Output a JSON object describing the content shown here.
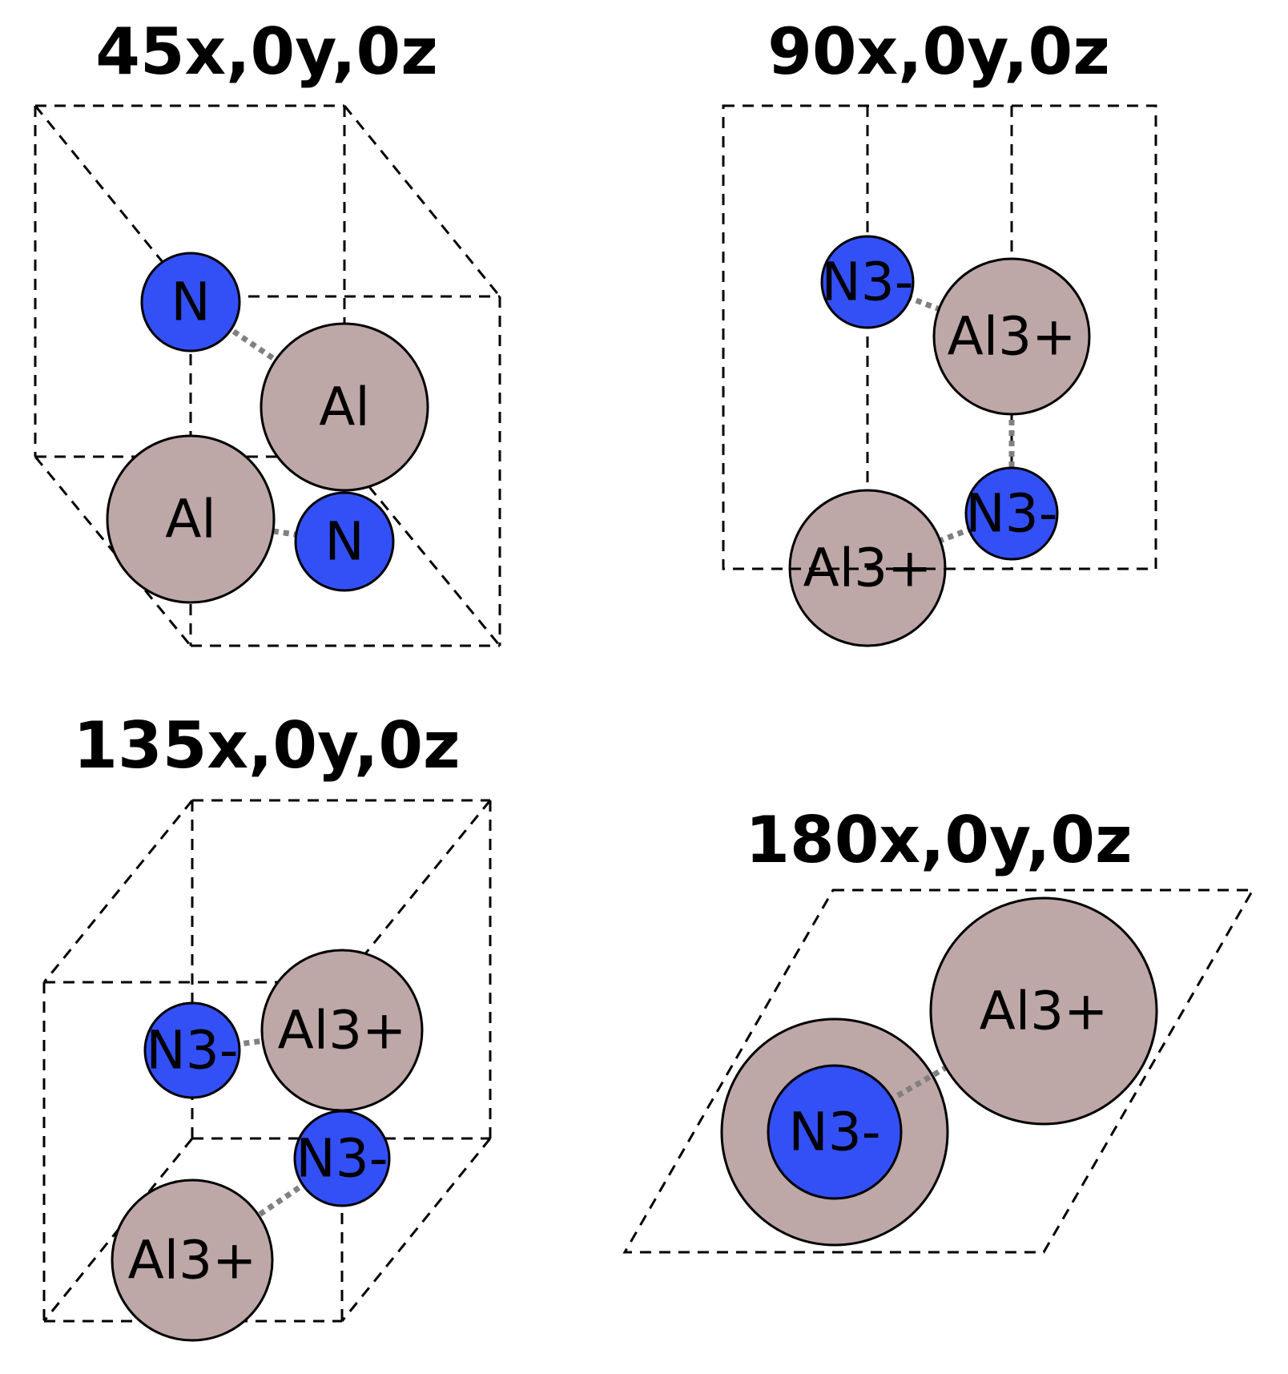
{
  "colors": {
    "nitrogen": "#3350f7",
    "aluminum": "#bea7a7",
    "bond": "#808080",
    "edge": "#000000"
  },
  "panels": [
    {
      "title": "45x,0y,0z",
      "atoms": [
        {
          "element": "N",
          "label": "N"
        },
        {
          "element": "Al",
          "label": "Al"
        },
        {
          "element": "Al",
          "label": "Al"
        },
        {
          "element": "N",
          "label": "N"
        }
      ]
    },
    {
      "title": "90x,0y,0z",
      "atoms": [
        {
          "element": "N",
          "label": "N3-"
        },
        {
          "element": "Al",
          "label": "Al3+"
        },
        {
          "element": "N",
          "label": "N3-"
        },
        {
          "element": "Al",
          "label": "Al3+"
        }
      ]
    },
    {
      "title": "135x,0y,0z",
      "atoms": [
        {
          "element": "N",
          "label": "N3-"
        },
        {
          "element": "Al",
          "label": "Al3+"
        },
        {
          "element": "N",
          "label": "N3-"
        },
        {
          "element": "Al",
          "label": "Al3+"
        }
      ]
    },
    {
      "title": "180x,0y,0z",
      "atoms": [
        {
          "element": "Al",
          "label": ""
        },
        {
          "element": "N",
          "label": "N3-"
        },
        {
          "element": "Al",
          "label": "Al3+"
        }
      ]
    }
  ]
}
